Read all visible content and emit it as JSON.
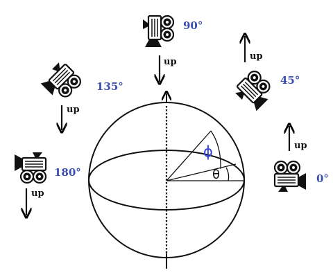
{
  "diagram": {
    "sphere_angles": {
      "phi": "ϕ",
      "theta": "θ"
    },
    "up_label": "up",
    "cameras": [
      {
        "id": "cam-0",
        "angle_label": "0°"
      },
      {
        "id": "cam-45",
        "angle_label": "45°"
      },
      {
        "id": "cam-90",
        "angle_label": "90°"
      },
      {
        "id": "cam-135",
        "angle_label": "135°"
      },
      {
        "id": "cam-180",
        "angle_label": "180°"
      }
    ]
  }
}
